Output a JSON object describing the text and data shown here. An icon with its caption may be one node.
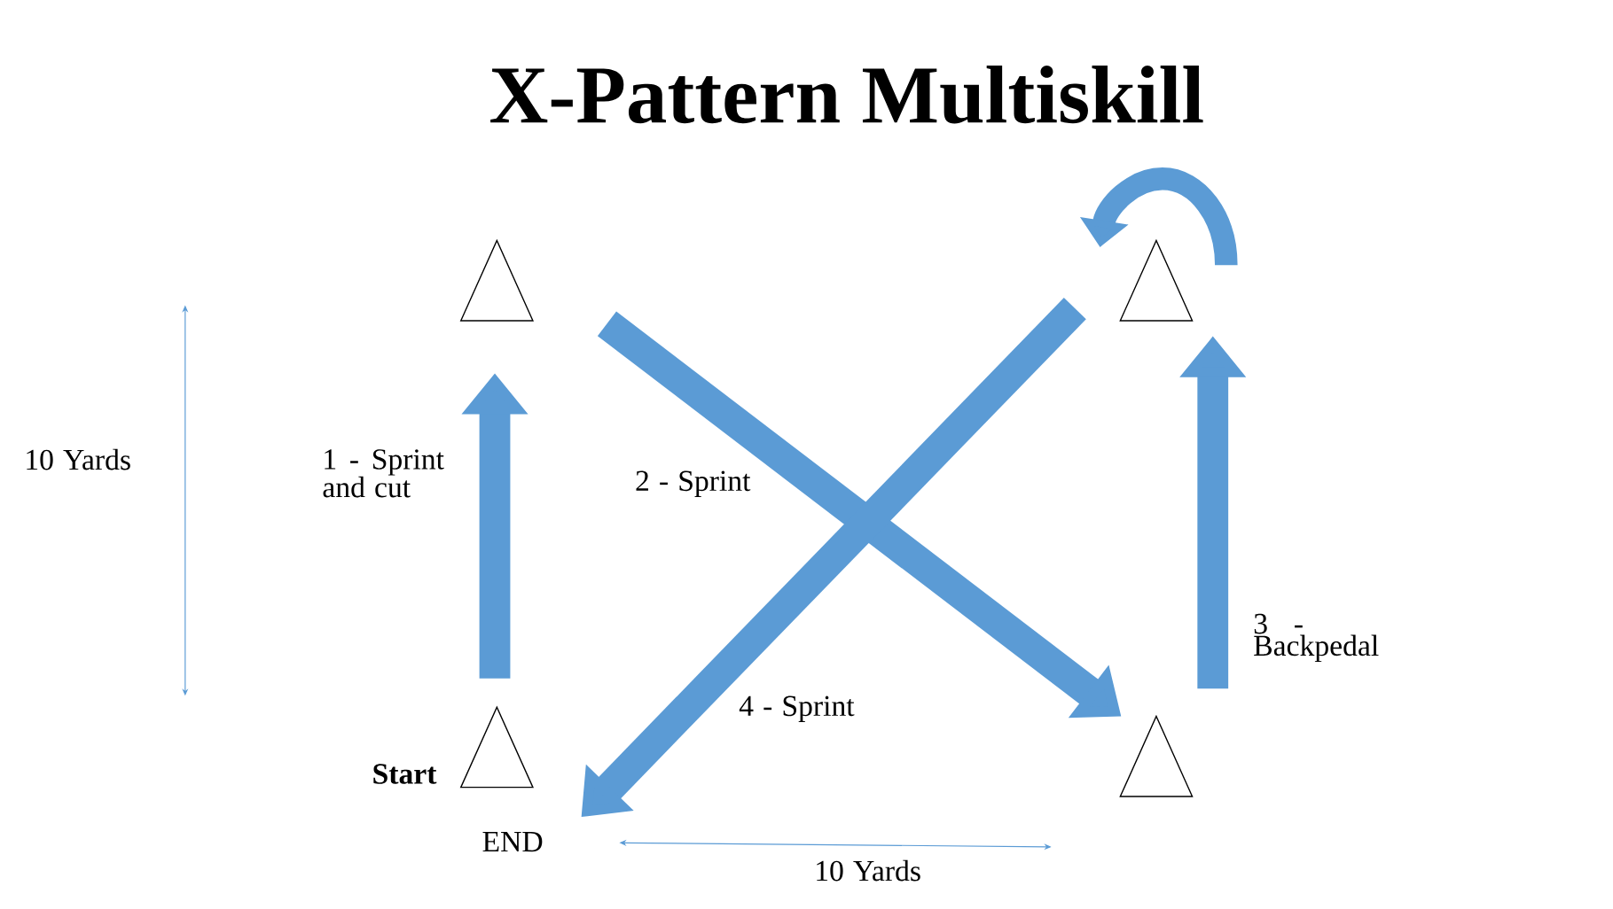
{
  "diagram": {
    "title": "X-Pattern Multiskill",
    "nodes": [
      {
        "text": [],
        "shape": "triangle"
      },
      {
        "text": [],
        "shape": "triangle"
      },
      {
        "text": [],
        "shape": "triangle",
        "beside": [
          "Start",
          "END"
        ]
      },
      {
        "text": [],
        "shape": "triangle"
      }
    ],
    "edges": [
      {
        "from": 2,
        "to": 0,
        "arrow": "to",
        "label": "1 - Sprint and cut"
      },
      {
        "from": 0,
        "to": 3,
        "arrow": "to",
        "label": "2 - Sprint"
      },
      {
        "from": 3,
        "to": 1,
        "arrow": "to",
        "label": "3 - Backpedal"
      },
      {
        "from": 1,
        "to": 2,
        "arrow": "to",
        "label": "4 - Sprint"
      }
    ],
    "labels": [
      "10 Yards",
      "10 Yards"
    ]
  }
}
